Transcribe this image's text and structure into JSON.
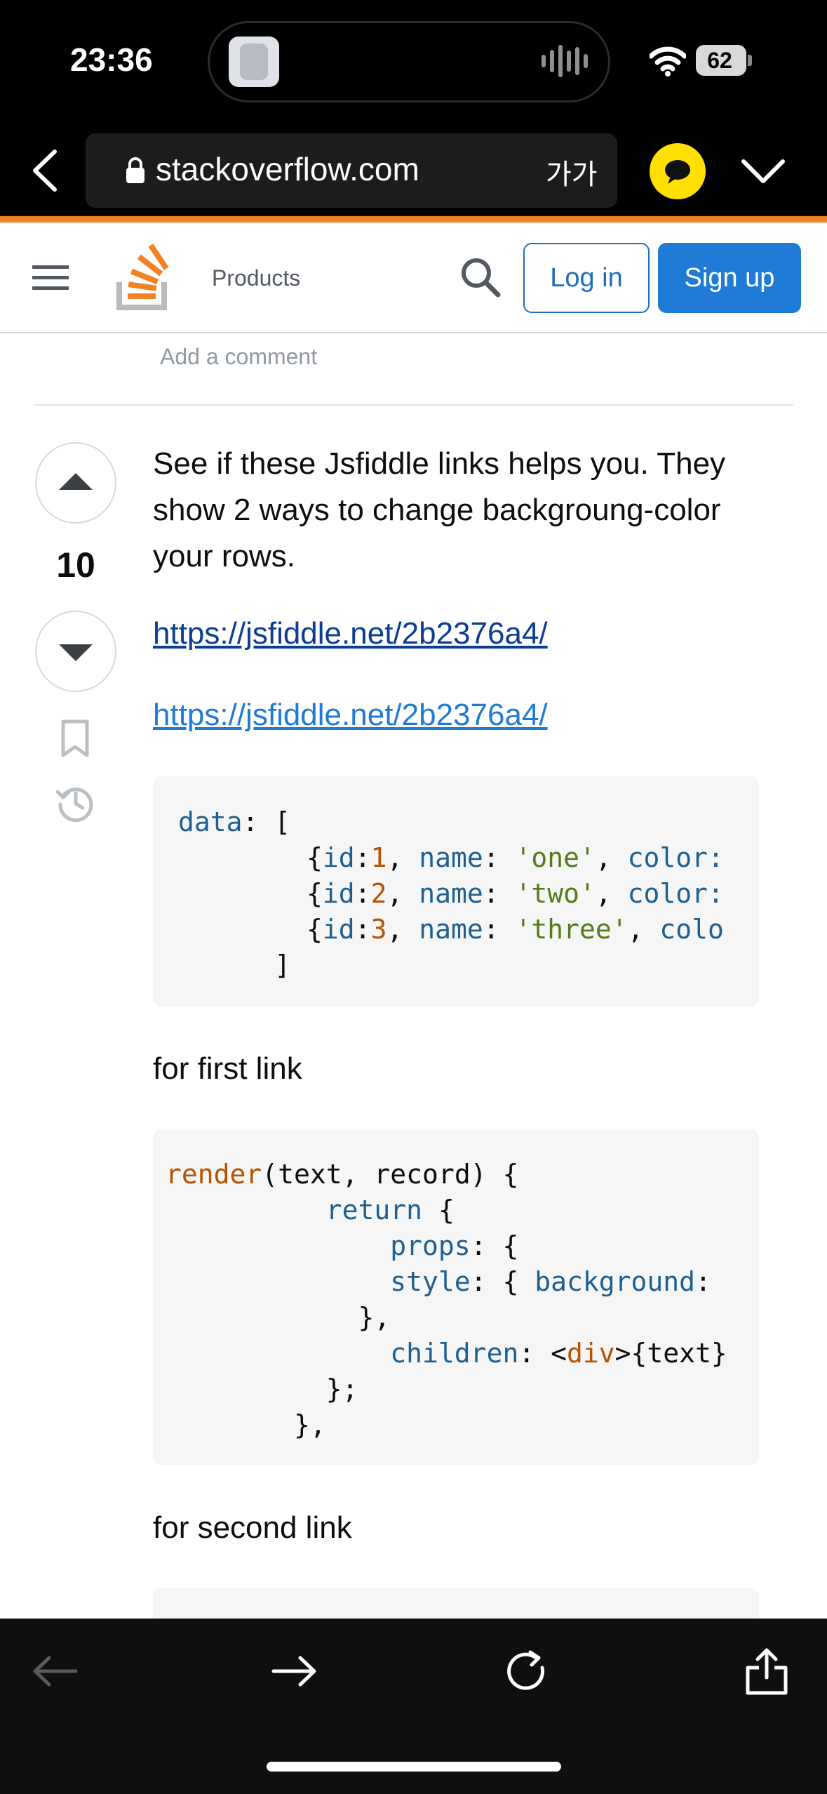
{
  "status_bar": {
    "time": "23:36",
    "battery": "62",
    "icons": [
      "waveform-icon",
      "wifi-icon",
      "battery-icon"
    ]
  },
  "browser": {
    "url": "stackoverflow.com",
    "text_size_label": "가가",
    "icons": [
      "back-chevron-icon",
      "lock-icon",
      "chat-bubble-icon",
      "chevron-down-icon"
    ]
  },
  "so_header": {
    "products": "Products",
    "login": "Log in",
    "signup": "Sign up",
    "colors": {
      "orange": "#f48225",
      "blue": "#1f7bd6"
    }
  },
  "comments": {
    "add_comment": "Add a comment"
  },
  "answer": {
    "votes": "10",
    "body": "See if these Jsfiddle links helps you. They show 2 ways to change backgroung-color your rows.",
    "link1": "https://jsfiddle.net/2b2376a4/",
    "link2": "https://jsfiddle.net/2b2376a4/",
    "for_first_link": "for first link",
    "for_second_link": "for second link",
    "code1": {
      "l1_key": "data",
      "l1_rest": ": [",
      "rows": [
        {
          "id": "1",
          "name": "'one'",
          "tail": "color:"
        },
        {
          "id": "2",
          "name": "'two'",
          "tail": "color:"
        },
        {
          "id": "3",
          "name": "'three'",
          "tail": "colo"
        }
      ],
      "close": "      ]"
    },
    "code2": {
      "fn": "render",
      "sig": "(text, record) {",
      "return_kw": "return",
      "brace": " {",
      "props": "props",
      "style": "style",
      "background": "background",
      "children": "children",
      "div": "div",
      "text_expr": ">{text}"
    }
  },
  "toolbar": {
    "icons": [
      "arrow-left-icon",
      "arrow-right-icon",
      "reload-icon",
      "share-icon"
    ]
  }
}
